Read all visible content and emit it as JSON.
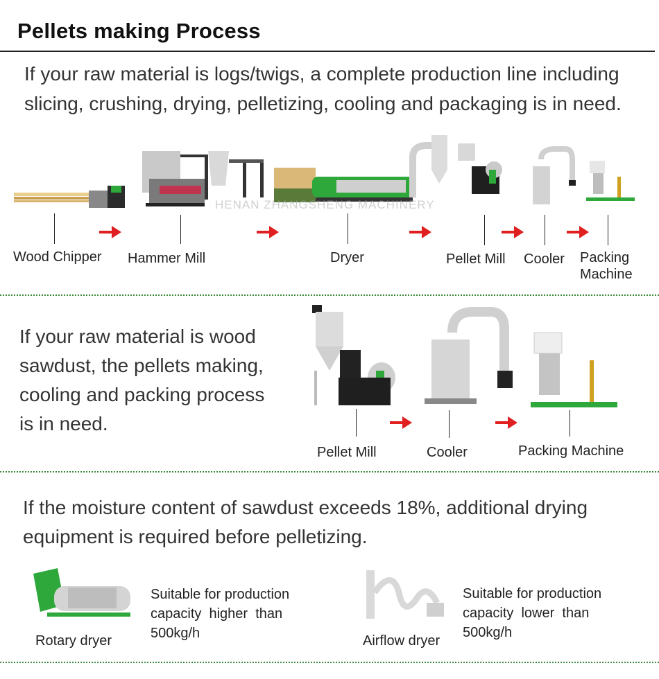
{
  "header": {
    "title": "Pellets making Process"
  },
  "section1": {
    "text": "If your raw material is logs/twigs, a complete production line including slicing, crushing, drying, pelletizing, cooling and packaging is in need.",
    "line1": "If your raw material is logs/twigs, a complete production line including",
    "line2": "slicing, crushing, drying, pelletizing, cooling and packaging is in need.",
    "machines": [
      "Wood Chipper",
      "Hammer Mill",
      "Dryer",
      "Pellet Mill",
      "Cooler",
      "Packing",
      "Machine"
    ],
    "watermark": "HENAN ZHANGSHENG MACHINERY"
  },
  "section2": {
    "lines": [
      "If your raw material is wood",
      "sawdust, the pellets making,",
      "cooling and packing process",
      "is in need."
    ],
    "machines": [
      "Pellet Mill",
      "Cooler",
      "Packing Machine"
    ]
  },
  "section3": {
    "line1": "If the moisture content of sawdust exceeds 18%, additional drying",
    "line2": "equipment is required before pelletizing.",
    "dryers": [
      {
        "name": "Rotary dryer",
        "desc": [
          "Suitable for production",
          "capacity  higher  than",
          "500kg/h"
        ]
      },
      {
        "name": "Airflow dryer",
        "desc": [
          "Suitable for production",
          "capacity  lower  than",
          "500kg/h"
        ]
      }
    ]
  },
  "colors": {
    "arrow": "#e02020",
    "divider": "#3a8a3a",
    "machine_green": "#2ea83a",
    "machine_dark": "#222222"
  }
}
